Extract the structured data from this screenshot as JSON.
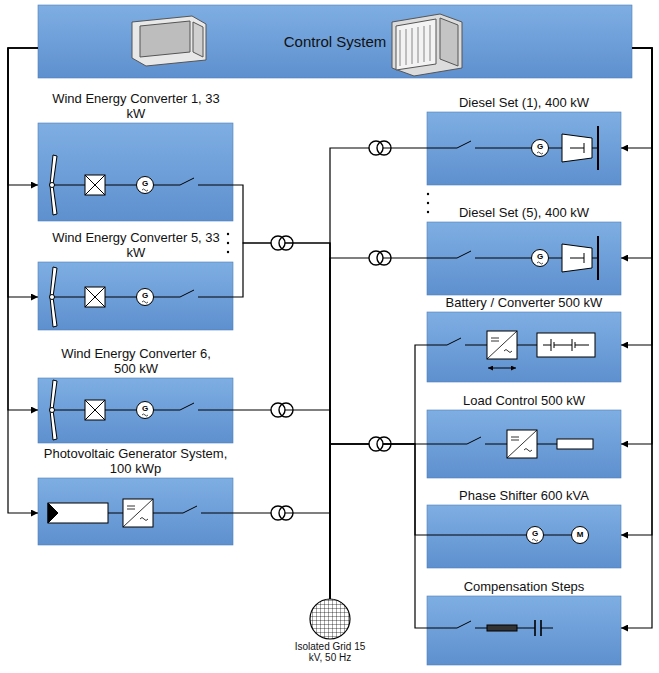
{
  "diagram": {
    "nodes": [
      {
        "text": [
          "Control System"
        ]
      },
      {
        "text": [
          "Wind Energy Converter 1, 33 kW"
        ]
      },
      {
        "text": [
          "Wind Energy Converter 5, 33 kW"
        ]
      },
      {
        "text": [
          "Wind Energy Converter 6, 500 kW"
        ]
      },
      {
        "text": [
          "Photovoltaic Generator System, 100 kWp"
        ]
      },
      {
        "text": [
          "Diesel Set (1), 400 kW"
        ]
      },
      {
        "text": [
          "Diesel Set (5), 400 kW"
        ]
      },
      {
        "text": [
          "Battery / Converter 500 kW"
        ]
      },
      {
        "text": [
          "Load Control 500 kW"
        ]
      },
      {
        "text": [
          "Phase Shifter 600 kVA"
        ]
      },
      {
        "text": [
          "Compensation Steps"
        ]
      },
      {
        "text": [
          "Isolated Grid 15 kV, 50 Hz"
        ]
      }
    ],
    "edges": [
      {
        "from": 0,
        "to": 1,
        "arrow": "to"
      },
      {
        "from": 0,
        "to": 2,
        "arrow": "to"
      },
      {
        "from": 0,
        "to": 3,
        "arrow": "to"
      },
      {
        "from": 0,
        "to": 4,
        "arrow": "to"
      },
      {
        "from": 0,
        "to": 5,
        "arrow": "to"
      },
      {
        "from": 0,
        "to": 6,
        "arrow": "to"
      },
      {
        "from": 0,
        "to": 7,
        "arrow": "to"
      },
      {
        "from": 0,
        "to": 8,
        "arrow": "to"
      },
      {
        "from": 0,
        "to": 9,
        "arrow": "to"
      },
      {
        "from": 0,
        "to": 10,
        "arrow": "to"
      },
      {
        "from": 1,
        "to": 11,
        "arrow": "none"
      },
      {
        "from": 2,
        "to": 11,
        "arrow": "none"
      },
      {
        "from": 3,
        "to": 11,
        "arrow": "none"
      },
      {
        "from": 4,
        "to": 11,
        "arrow": "none"
      },
      {
        "from": 5,
        "to": 11,
        "arrow": "none"
      },
      {
        "from": 6,
        "to": 11,
        "arrow": "none"
      },
      {
        "from": 7,
        "to": 11,
        "arrow": "none"
      },
      {
        "from": 8,
        "to": 11,
        "arrow": "none"
      },
      {
        "from": 9,
        "to": 11,
        "arrow": "none"
      },
      {
        "from": 10,
        "to": 11,
        "arrow": "none"
      }
    ],
    "labels": [
      "G",
      "G",
      "G",
      "G",
      "G",
      "G",
      "M"
    ]
  }
}
